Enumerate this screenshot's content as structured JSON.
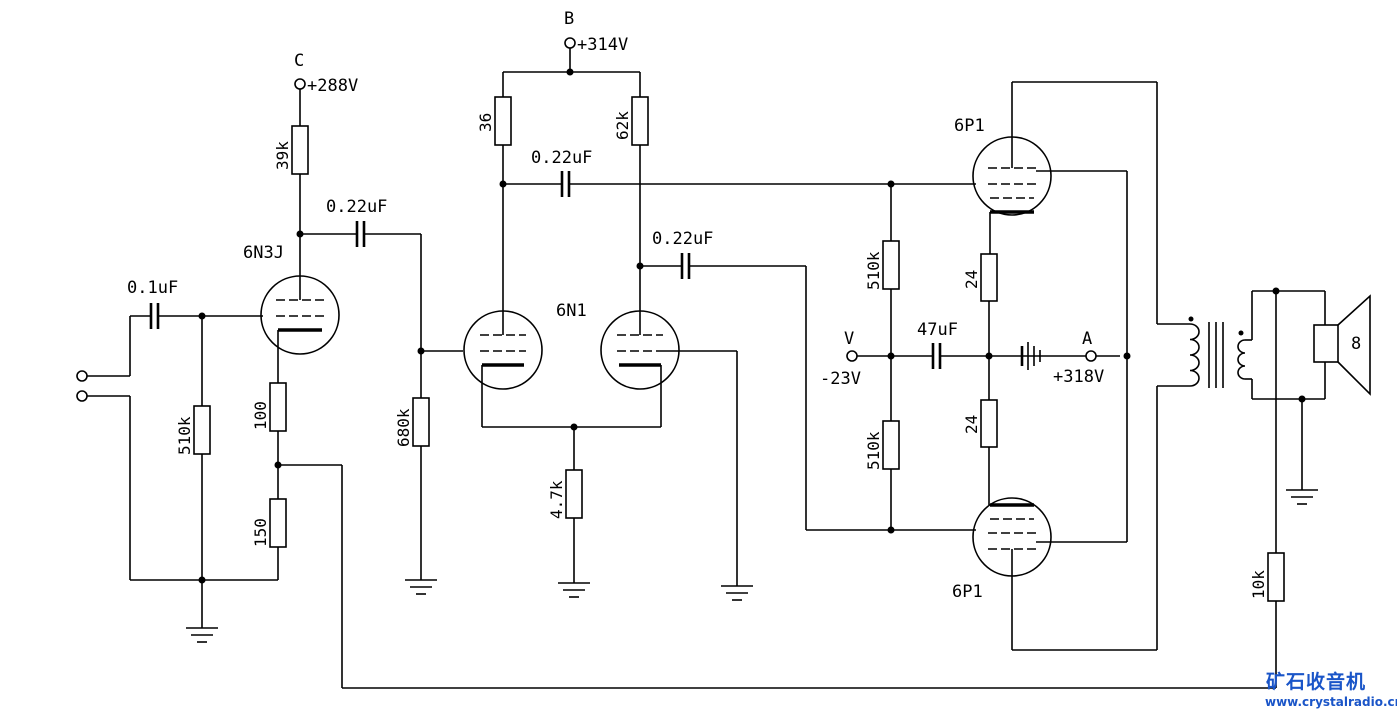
{
  "labels": {
    "node_c": "C",
    "node_c_v": "+288V",
    "node_b": "B",
    "node_b_v": "+314V",
    "node_a": "A",
    "node_a_v": "+318V",
    "node_v": "V",
    "node_v_v": "-23V",
    "tube_6n3j": "6N3J",
    "tube_6n1": "6N1",
    "tube_6p1_top": "6P1",
    "tube_6p1_bot": "6P1",
    "c_in": "0.1uF",
    "c1": "0.22uF",
    "c2": "0.22uF",
    "c3": "0.22uF",
    "c_bias": "47uF",
    "r_39k": "39k",
    "r_510k_in": "510k",
    "r_100": "100",
    "r_150": "150",
    "r_680k": "680k",
    "r_36": "36",
    "r_62k": "62k",
    "r_4k7": "4.7k",
    "r_510k_top": "510k",
    "r_510k_bot": "510k",
    "r_24_top": "24",
    "r_24_bot": "24",
    "r_10k": "10k",
    "speaker": "8"
  },
  "watermark": {
    "title": "矿石收音机",
    "url": "www.crystalradio.cn",
    "color": "#1a55c8"
  }
}
